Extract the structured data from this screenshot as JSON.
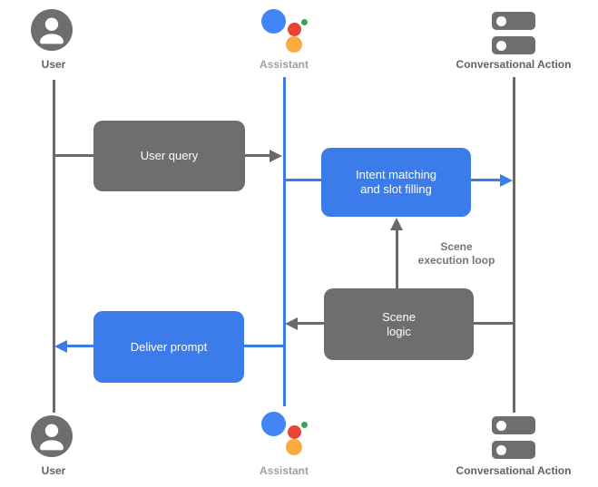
{
  "colors": {
    "gray": "#6e6e6e",
    "gray-line": "#6a6a6a",
    "blue": "#3b7cea",
    "logo-blue": "#4285f4",
    "logo-red": "#ea4335",
    "logo-yellow": "#f9ab40",
    "logo-green": "#34a853",
    "label-dark": "#5f6368",
    "label-light": "#9aa0a6",
    "label-loop": "#757575"
  },
  "actors": {
    "top": {
      "user": "User",
      "assistant": "Assistant",
      "action": "Conversational Action"
    },
    "bottom": {
      "user": "User",
      "assistant": "Assistant",
      "action": "Conversational Action"
    }
  },
  "icons": {
    "user": "person-circle-icon",
    "assistant": "google-assistant-logo-icon",
    "action": "server-stack-icon"
  },
  "boxes": {
    "user_query": "User query",
    "intent": "Intent matching\nand slot filling",
    "scene_logic": "Scene\nlogic",
    "deliver_prompt": "Deliver prompt"
  },
  "labels": {
    "loop": "Scene\nexecution loop"
  }
}
